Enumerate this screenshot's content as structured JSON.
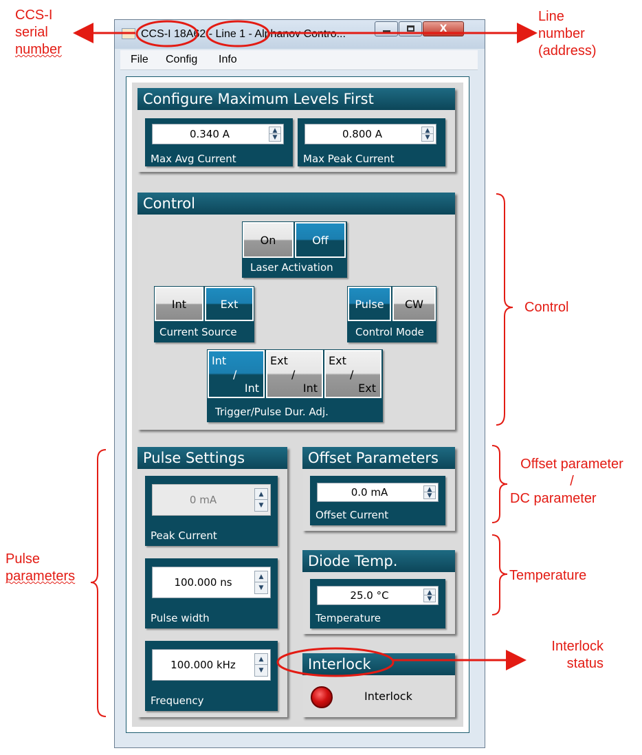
{
  "window": {
    "title": "CCS-I 18A62 - Line 1 - Alphanov Contro...",
    "close_glyph": "X"
  },
  "menu": [
    "File",
    "Config",
    "Info"
  ],
  "max_levels": {
    "title": "Configure Maximum Levels First",
    "avg": {
      "value": "0.340 A",
      "label": "Max Avg Current"
    },
    "peak": {
      "value": "0.800 A",
      "label": "Max Peak Current"
    }
  },
  "control": {
    "title": "Control",
    "laser": {
      "on": "On",
      "off": "Off",
      "label": "Laser Activation",
      "active": "Off"
    },
    "source": {
      "int": "Int",
      "ext": "Ext",
      "label": "Current Source",
      "active": "Ext"
    },
    "mode": {
      "pulse": "Pulse",
      "cw": "CW",
      "label": "Control Mode",
      "active": "Pulse"
    },
    "trigger": {
      "label": "Trigger/Pulse Dur. Adj.",
      "slash": "/",
      "options": [
        {
          "top": "Int",
          "bottom": "Int"
        },
        {
          "top": "Ext",
          "bottom": "Int"
        },
        {
          "top": "Ext",
          "bottom": "Ext"
        }
      ],
      "active_index": 0
    }
  },
  "pulse": {
    "title": "Pulse Settings",
    "peak": {
      "value": "0 mA",
      "label": "Peak Current"
    },
    "width": {
      "value": "100.000 ns",
      "label": "Pulse width"
    },
    "freq": {
      "value": "100.000 kHz",
      "label": "Frequency"
    }
  },
  "offset": {
    "title": "Offset Parameters",
    "value": "0.0 mA",
    "label": "Offset Current"
  },
  "temp": {
    "title": "Diode Temp.",
    "value": "25.0 °C",
    "label": "Temperature"
  },
  "interlock": {
    "title": "Interlock",
    "label": "Interlock",
    "led_color": "#d01010"
  },
  "annotations": {
    "serial": [
      "CCS-I",
      "serial",
      "number"
    ],
    "line": [
      "Line",
      "number",
      "(address)"
    ],
    "control": "Control",
    "offset": [
      "Offset parameter",
      "/",
      "DC parameter"
    ],
    "temperature": "Temperature",
    "pulse": [
      "Pulse",
      "parameters"
    ],
    "interlock": [
      "Interlock",
      "status"
    ]
  },
  "colors": {
    "accent": "#0b4a5e",
    "annotation": "#e31b13",
    "active_button": "#1b7fb0"
  }
}
